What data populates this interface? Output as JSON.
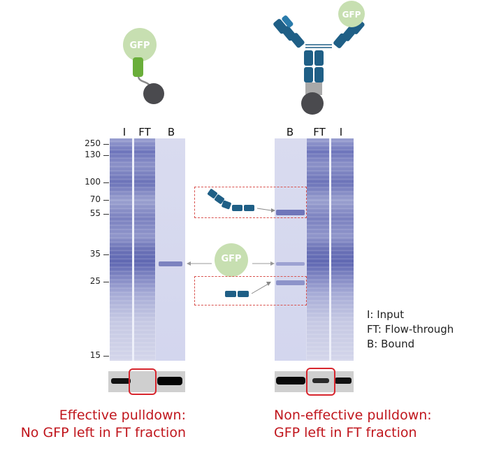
{
  "top_icons": {
    "left_gfp_label": "GFP",
    "right_gfp_label": "GFP"
  },
  "left_gel": {
    "lanes": [
      "I",
      "FT",
      "B"
    ]
  },
  "right_gel": {
    "lanes": [
      "B",
      "FT",
      "I"
    ]
  },
  "mw_markers": [
    "250",
    "130",
    "100",
    "70",
    "55",
    "35",
    "25",
    "15"
  ],
  "center_gfp_label": "GFP",
  "legend": {
    "input": "I: Input",
    "flowthrough": "FT: Flow-through",
    "bound": "B: Bound"
  },
  "captions": {
    "left_line1": "Effective pulldown:",
    "left_line2": "No GFP left in FT fraction",
    "right_line1": "Non-effective pulldown:",
    "right_line2": "GFP left in FT fraction"
  },
  "colors": {
    "gfp_circle": "#c7dfb1",
    "antibody": "#1f5f86",
    "linker_green": "#6aae3a",
    "bead": "#4a4a4e",
    "highlight_red": "#d7262e"
  }
}
